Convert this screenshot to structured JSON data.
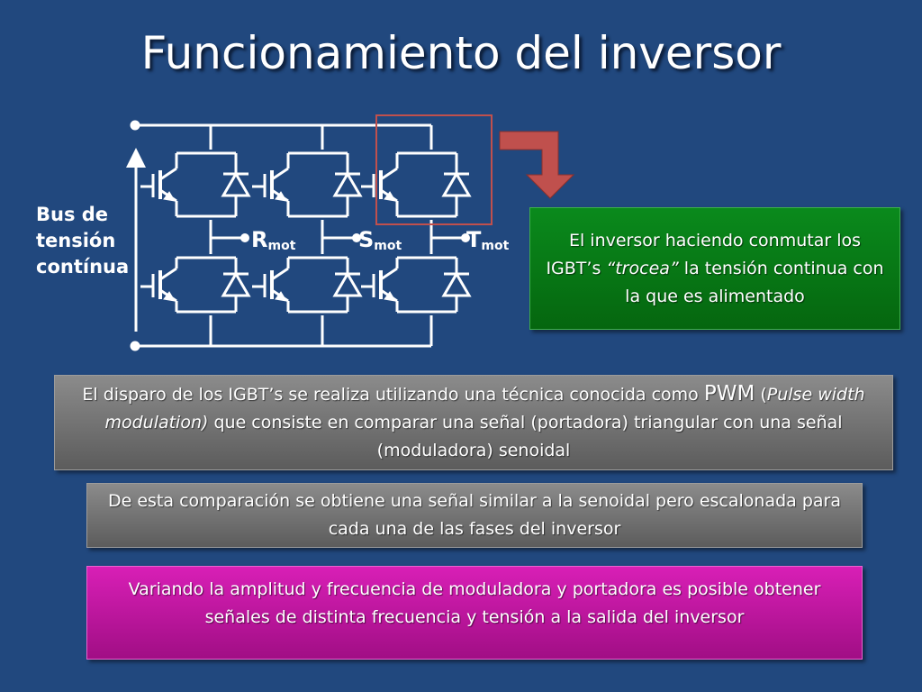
{
  "slide": {
    "title": "Funcionamiento del inversor"
  },
  "circuit": {
    "bus_label": [
      "Bus de",
      "tensión",
      "contínua"
    ],
    "phases": [
      {
        "letter": "R",
        "sub": "mot"
      },
      {
        "letter": "S",
        "sub": "mot"
      },
      {
        "letter": "T",
        "sub": "mot"
      }
    ]
  },
  "boxes": {
    "green": {
      "t1": "El inversor haciendo conmutar los IGBT’s ",
      "t2": "“trocea”",
      "t3": "  la tensión continua con la que es alimentado"
    },
    "pwm": {
      "t1": "El disparo de los IGBT’s se realiza utilizando una técnica conocida como ",
      "t2": "PWM",
      "t3": " (",
      "t4": "Pulse width modulation)",
      "t5": "  que consiste en comparar una señal (portadora) triangular con  una señal (moduladora) senoidal"
    },
    "comparison": "De esta comparación se obtiene una señal similar a la senoidal pero escalonada para cada una de las fases del inversor",
    "variation": "Variando la amplitud y frecuencia de moduladora y portadora es posible obtener señales de distinta frecuencia y tensión a la salida del inversor"
  },
  "colors": {
    "background": "#21487e",
    "highlight_rect": "#c0504d",
    "arrow": "#c0504d",
    "green_box": "#0a7a18",
    "gray_box": "#737373",
    "magenta_box": "#c016a0"
  }
}
